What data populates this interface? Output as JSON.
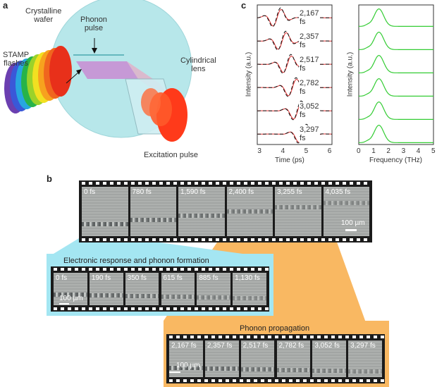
{
  "panel_a": {
    "letter": "a",
    "crystalline_wafer": "Crystalline\nwafer",
    "phonon_pulse": "Phonon\npulse",
    "stamp_flashes": "STAMP\nflashes",
    "cylindrical_lens": "Cylindrical\nlens",
    "excitation_pulse": "Excitation pulse",
    "colors": {
      "wafer": "#b8e8ea",
      "pulse": "#c58ad0",
      "beam": "#ff4a1f"
    }
  },
  "panel_b": {
    "letter": "b",
    "top_strip": {
      "frames": [
        "0 fs",
        "780 fs",
        "1,590 fs",
        "2,400 fs",
        "3,255 fs",
        "4,035 fs"
      ],
      "scale_label": "100 µm"
    },
    "electronic": {
      "title": "Electronic response and phonon formation",
      "frames": [
        "0 fs",
        "190 fs",
        "350 fs",
        "615 fs",
        "885 fs",
        "1,130 fs"
      ],
      "scale_label": "100 µm",
      "color": "#9fe3f0"
    },
    "propagation": {
      "title": "Phonon propagation",
      "frames": [
        "2,167 fs",
        "2,357 fs",
        "2,517 fs",
        "2,782 fs",
        "3,052 fs",
        "3,297 fs"
      ],
      "scale_label": "100 µm",
      "color": "#f9b862"
    }
  },
  "panel_c": {
    "letter": "c",
    "time_plot": {
      "ylabel": "Intensity (a.u.)",
      "xlabel": "Time (ps)",
      "xticks": [
        "3",
        "4",
        "5",
        "6"
      ],
      "traces": [
        "2,167 fs",
        "2,357 fs",
        "2,517 fs",
        "2,782 fs",
        "3,052 fs",
        "3,297 fs"
      ],
      "colors": {
        "data": "#e03030",
        "fit": "#111111"
      }
    },
    "freq_plot": {
      "ylabel": "Intensity (a.u.)",
      "xlabel": "Frequency (THz)",
      "xticks": [
        "0",
        "1",
        "2",
        "3",
        "4",
        "5"
      ],
      "color": "#33cc33"
    }
  }
}
